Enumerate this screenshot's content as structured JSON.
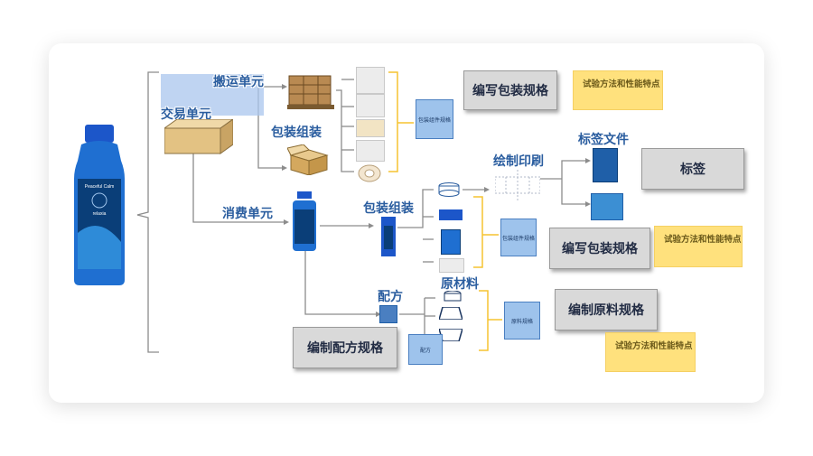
{
  "colors": {
    "accent": "#2a5d9f",
    "gray_box": "#d9d9d9",
    "yellow_box": "#ffe17d",
    "small_blue": "#9ec3ec",
    "bracket_yellow": "#f5c430"
  },
  "product": {
    "bottle_brand": "Peaceful Calm",
    "bottle_name": "relaxia"
  },
  "labels": {
    "shipping_unit": "搬运单元",
    "trade_unit": "交易单元",
    "package_assembly_top": "包装组装",
    "consumer_unit": "消费单元",
    "package_assembly_mid": "包装组装",
    "formula": "配方",
    "raw_materials": "原材料",
    "draw_print": "绘制印刷",
    "label_files": "标签文件"
  },
  "boxes": {
    "write_pack_spec_top": "编写包装规格",
    "test_methods_top": "试验方法和性能特点",
    "label": "标签",
    "write_pack_spec_mid": "编写包装规格",
    "test_methods_mid": "试验方法和性能特点",
    "write_raw_spec": "编制原料规格",
    "test_methods_bottom": "试验方法和性能特点",
    "write_formula_spec": "编制配方规格"
  },
  "small_boxes": {
    "pack_component_spec_top": "包装组件规格",
    "pack_component_spec_mid": "包装组件规格",
    "raw_spec": "原料规格",
    "formula_small": "配方"
  },
  "icons": [
    "bottle-icon",
    "pallet-boxes-icon",
    "carton-box-icon",
    "open-box-icon",
    "tape-roll-icon",
    "label-sheet-icon",
    "cap-icon",
    "container-icon"
  ]
}
